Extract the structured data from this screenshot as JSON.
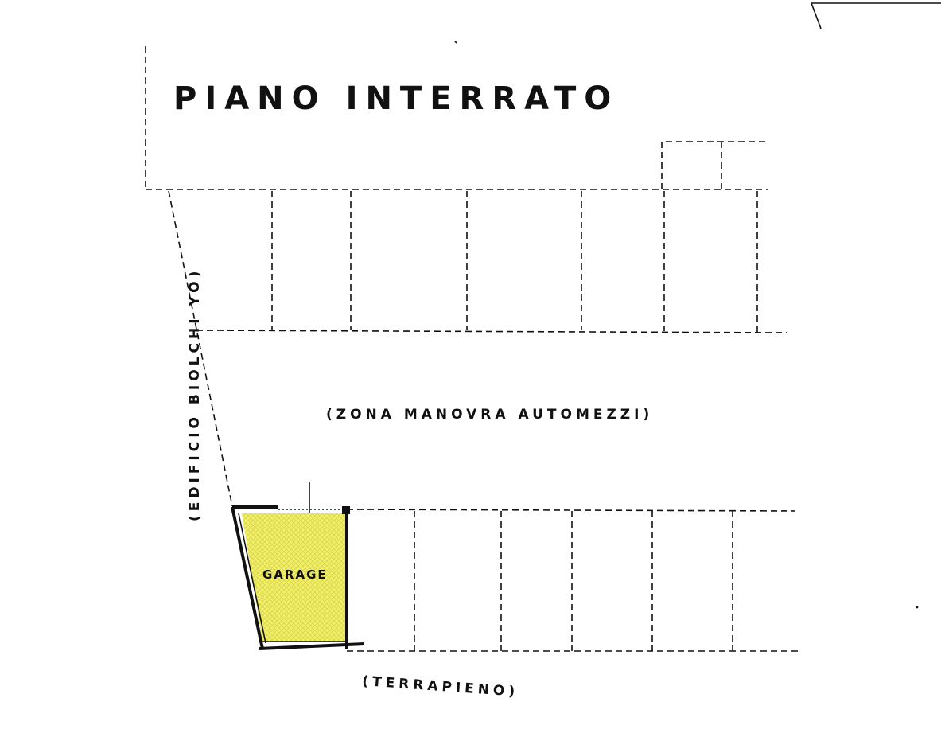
{
  "drawing": {
    "title": "PIANO INTERRATO",
    "maneuver_zone_label": "(ZONA MANOVRA AUTOMEZZI)",
    "embankment_label": "(TERRAPIENO)",
    "neighbor_label": "(EDIFICIO BIOLCHI YO)",
    "garage_label": "GARAGE"
  },
  "colors": {
    "line": "#111111",
    "garage_fill": "#f2ef6a",
    "background": "#ffffff"
  }
}
